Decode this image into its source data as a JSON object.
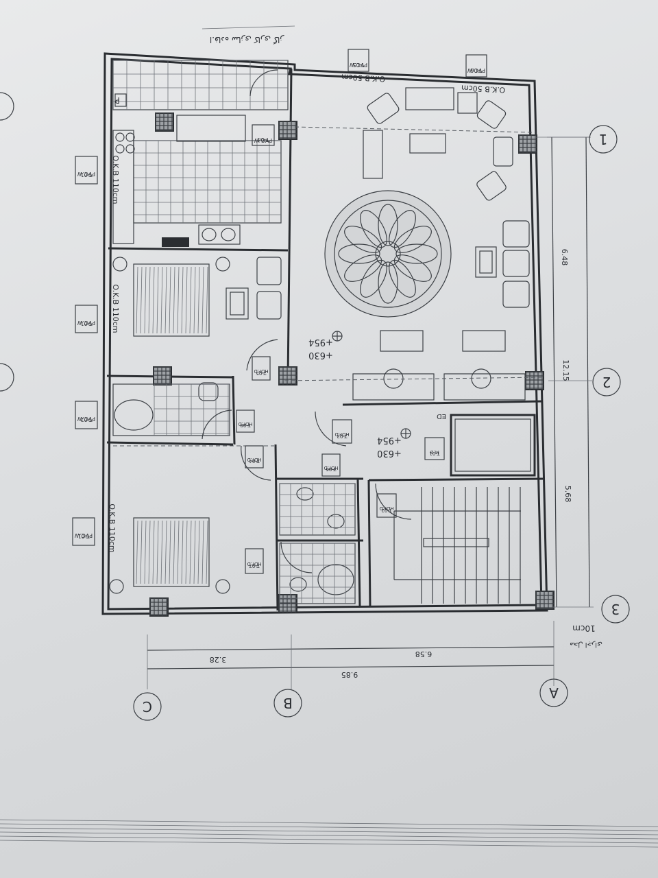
{
  "note_top": "ا.فاده سازی کاری گاز",
  "wall_label": "محل اجرای",
  "okb": {
    "kitchen": "O.K.B 110cm",
    "bedroom_top": "O.K.B 110cm",
    "bedroom_bottom": "O.K.B 110cm",
    "living_left": "O.K.B 50cm",
    "living_right": "O.K.B 50cm"
  },
  "windows": [
    {
      "type": "PVC.W",
      "code": "T-01"
    },
    {
      "type": "PVC.W",
      "code": "T-01"
    },
    {
      "type": "PVC.W",
      "code": "T-02"
    },
    {
      "type": "PVC.W",
      "code": "T-01"
    },
    {
      "type": "PVC.W",
      "code": "T-04"
    },
    {
      "type": "PVC.W",
      "code": "T-05"
    },
    {
      "type": "PVC.W",
      "code": "T-06"
    }
  ],
  "doors": [
    {
      "type": "HDF.D",
      "code": "T-05"
    },
    {
      "type": "HDF.D",
      "code": "T-08"
    },
    {
      "type": "HDF.D",
      "code": "T-04"
    },
    {
      "type": "HDF.D",
      "code": "T-06"
    },
    {
      "type": "HDF.D",
      "code": "T-07"
    },
    {
      "type": "HDF.D",
      "code": "T-03"
    },
    {
      "type": "HDF.D",
      "code": "T-02"
    },
    {
      "type": "M.D",
      "code": "T-01"
    }
  ],
  "levels": [
    {
      "top": "+954",
      "bottom": "+630"
    },
    {
      "top": "+954",
      "bottom": "+630"
    }
  ],
  "elevator_label": "ED",
  "dims": {
    "right_1": "6.48",
    "right_total": "12.15",
    "right_2": "5.68",
    "bottom_1": "3.28",
    "bottom_2": "6.58",
    "bottom_total": "9.85",
    "wall_thickness": "10cm"
  },
  "axes": {
    "rows": [
      "1",
      "2",
      "3"
    ],
    "cols": [
      "A",
      "B",
      "C"
    ]
  }
}
